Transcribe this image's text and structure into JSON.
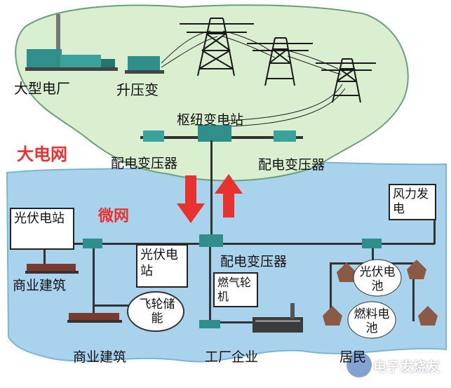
{
  "grid": {
    "region_label": "大电网",
    "power_plant": "大型电厂",
    "step_up": "升压变",
    "hub_substation": "枢纽变电站",
    "dist_transformer_left": "配电变压器",
    "dist_transformer_right": "配电变压器"
  },
  "micro": {
    "region_label": "微网",
    "pv_station_left": "光伏电站",
    "commercial_top": "商业建筑",
    "flywheel": "飞轮储能",
    "commercial_bottom": "商业建筑",
    "pv_station_center": "光伏电站",
    "dist_transformer": "配电变压器",
    "gas_turbine": "燃气轮机",
    "factory": "工厂企业",
    "wind": "风力发电",
    "pv_cell": "光伏电池",
    "fuel_cell": "燃料电池",
    "residence": "居民"
  },
  "watermark": "电子发烧友",
  "colors": {
    "grid_fill": "#d9efcf",
    "micro_fill": "#a9d3ec",
    "arrow": "#e8322f",
    "equipment": "#2f8f8a"
  }
}
